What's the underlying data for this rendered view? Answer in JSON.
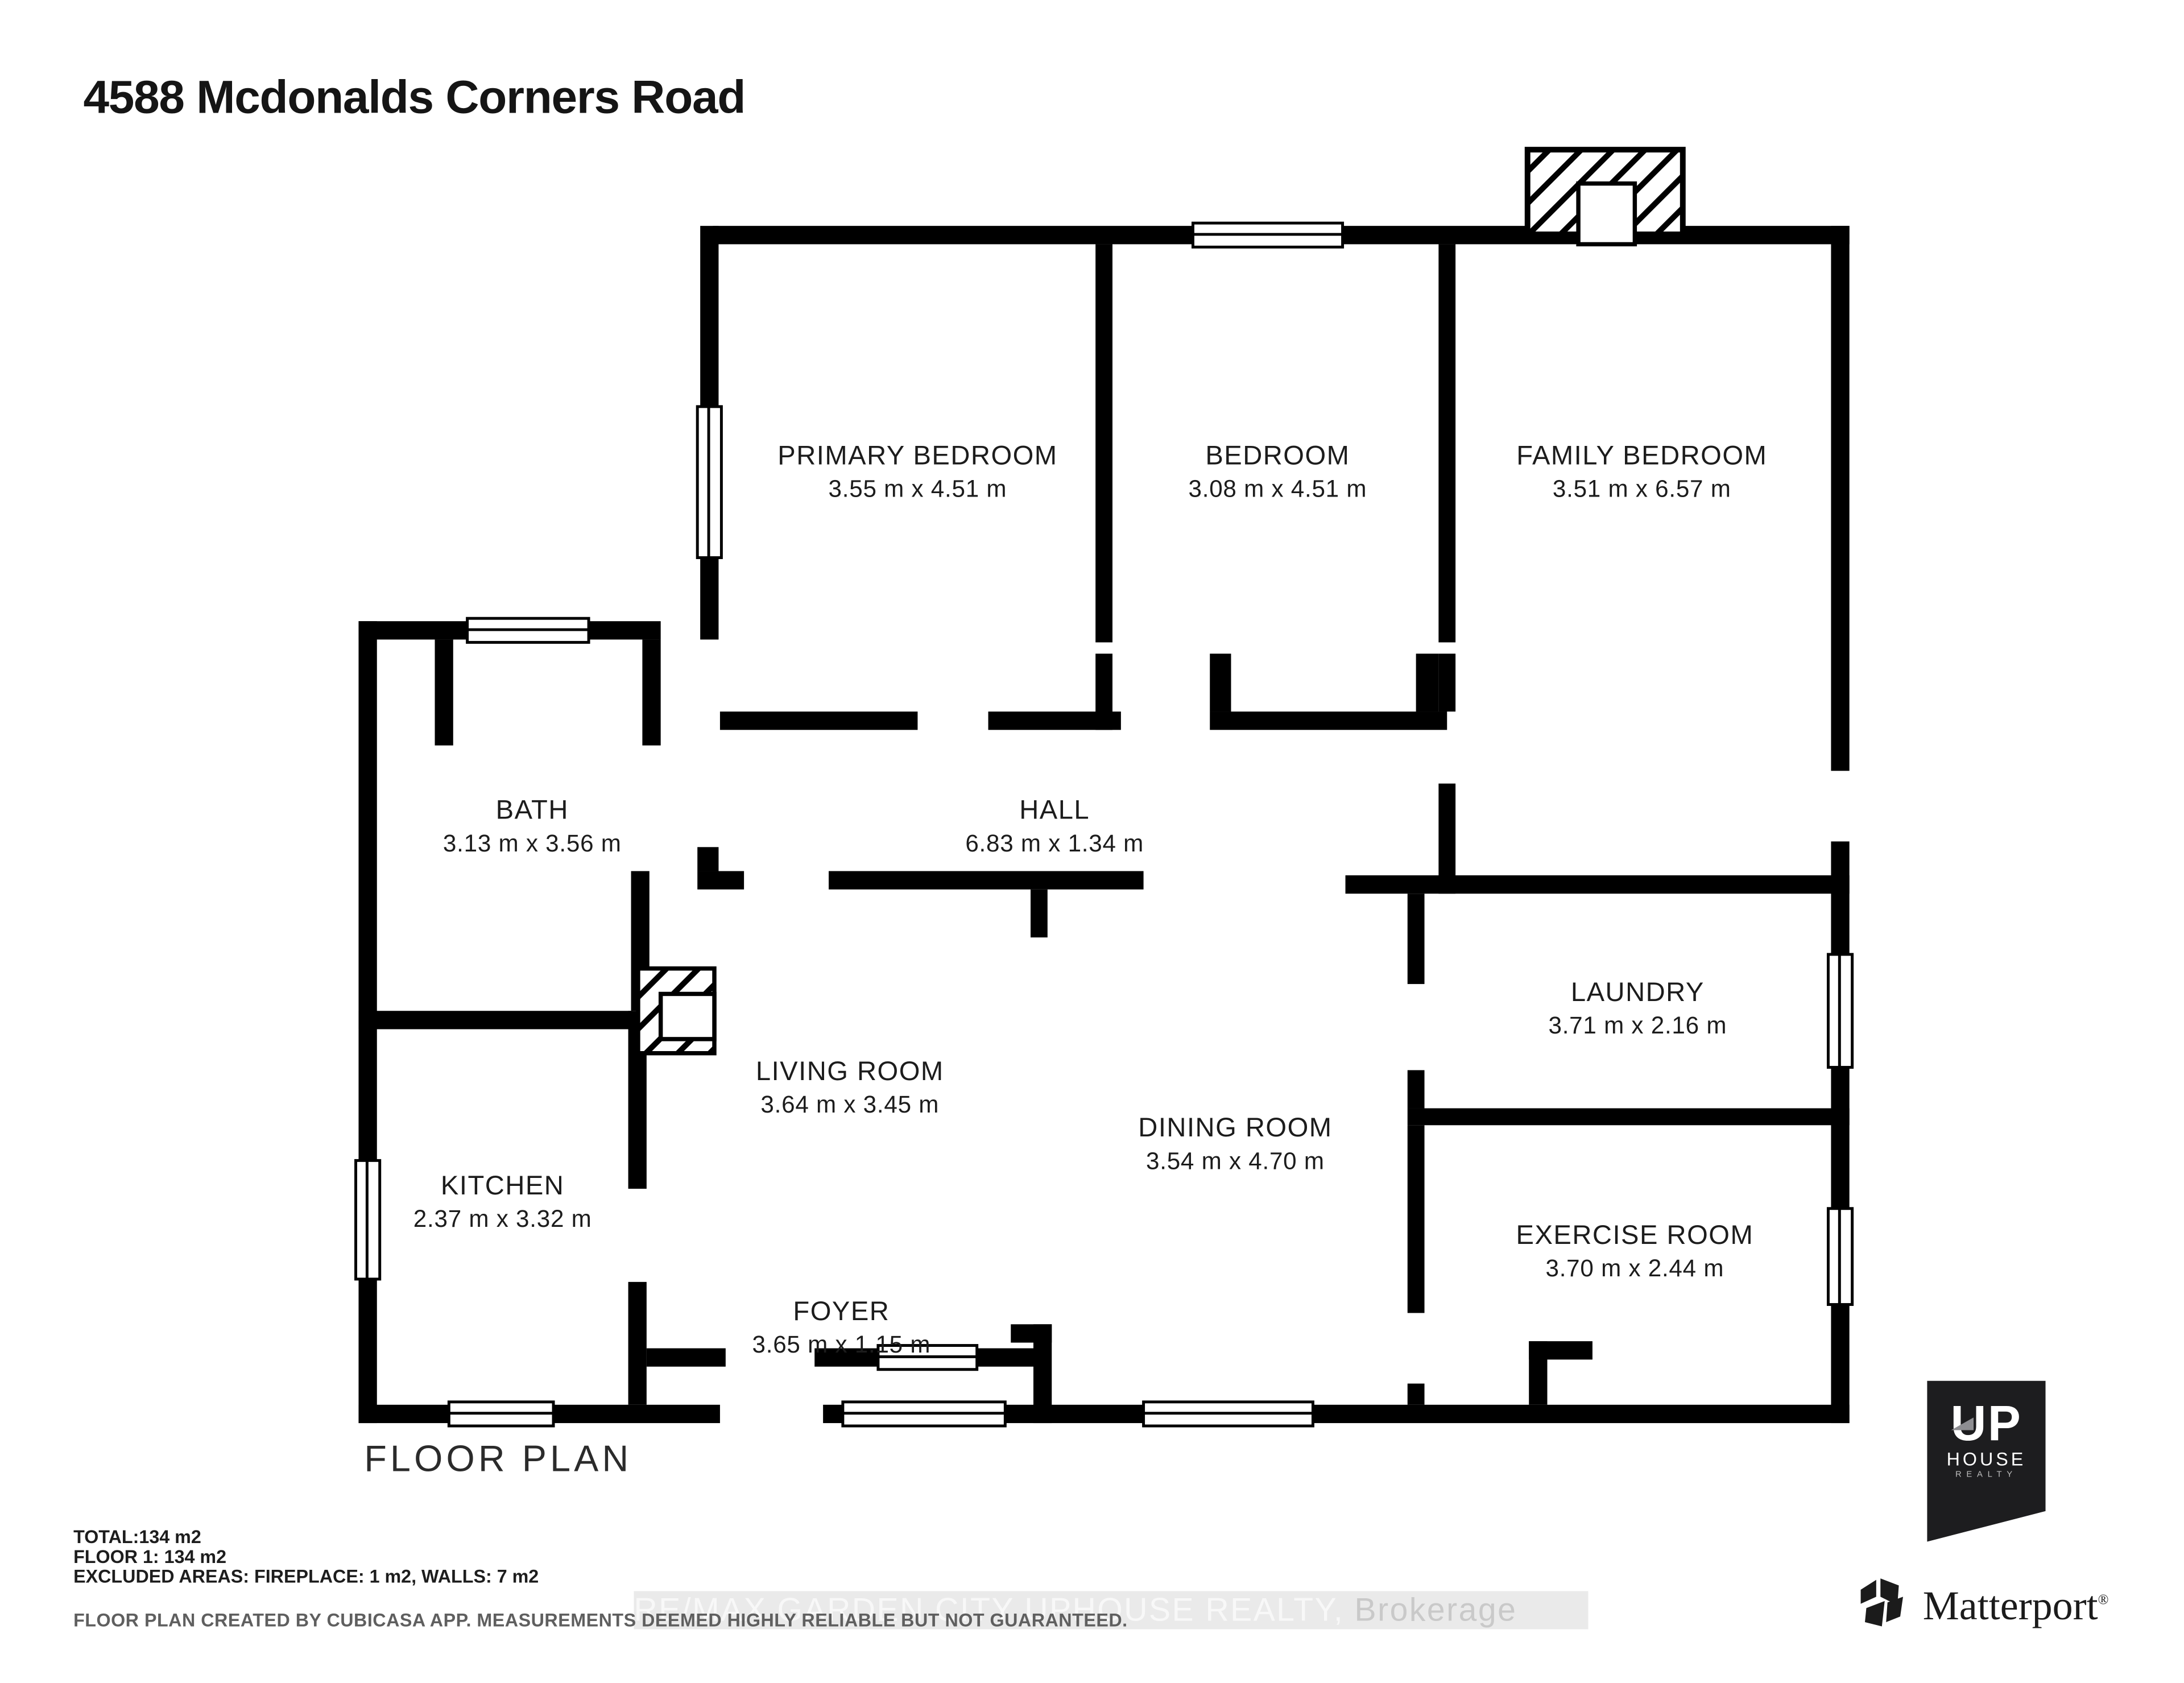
{
  "page": {
    "title": "4588 Mcdonalds Corners Road",
    "caption": "FLOOR PLAN"
  },
  "rooms": [
    {
      "name": "PRIMARY BEDROOM",
      "dims": "3.55 m x 4.51 m"
    },
    {
      "name": "BEDROOM",
      "dims": "3.08 m x 4.51 m"
    },
    {
      "name": "FAMILY BEDROOM",
      "dims": "3.51 m x 6.57 m"
    },
    {
      "name": "BATH",
      "dims": "3.13 m x 3.56 m"
    },
    {
      "name": "HALL",
      "dims": "6.83 m x 1.34 m"
    },
    {
      "name": "LAUNDRY",
      "dims": "3.71 m x 2.16 m"
    },
    {
      "name": "LIVING ROOM",
      "dims": "3.64 m x 3.45 m"
    },
    {
      "name": "DINING ROOM",
      "dims": "3.54 m x 4.70 m"
    },
    {
      "name": "KITCHEN",
      "dims": "2.37 m x 3.32 m"
    },
    {
      "name": "EXERCISE ROOM",
      "dims": "3.70 m x 2.44 m"
    },
    {
      "name": "FOYER",
      "dims": "3.65 m x 1.15 m"
    }
  ],
  "summary": {
    "total": "TOTAL:134 m2",
    "floor1": "FLOOR 1: 134 m2",
    "excluded": "EXCLUDED AREAS: FIREPLACE: 1 m2, WALLS: 7 m2",
    "disclaimer": "FLOOR PLAN CREATED BY CUBICASA APP. MEASUREMENTS DEEMED HIGHLY RELIABLE BUT NOT GUARANTEED."
  },
  "watermark": {
    "brand": "RE/MAX GARDEN CITY UPHOUSE REALTY,",
    "suffix": " Brokerage"
  },
  "logos": {
    "uphouse": {
      "up": "UP",
      "house": "HOUSE",
      "realty": "REALTY"
    },
    "matterport": {
      "wordmark": "Matterport",
      "registered": "®"
    }
  },
  "colors": {
    "wall": "#000000",
    "watermark_band": "#eaeaea",
    "watermark_text": "#f8f8f8",
    "brokerage_text": "#c9c9c9",
    "logo_bg": "#1d1d1f"
  }
}
